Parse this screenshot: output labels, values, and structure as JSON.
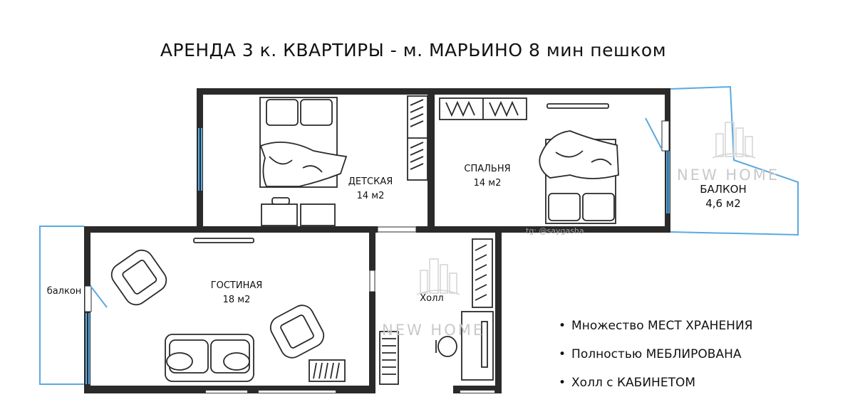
{
  "title": "АРЕНДА 3 к. КВАРТИРЫ - м. МАРЬИНО 8 мин пешком",
  "rooms": {
    "detskaya": {
      "name": "ДЕТСКАЯ",
      "area": "14 м2"
    },
    "spalnya": {
      "name": "СПАЛЬНЯ",
      "area": "14 м2"
    },
    "balkon_big": {
      "name": "БАЛКОН",
      "area": "4,6 м2"
    },
    "gostinaya": {
      "name": "ГОСТИНАЯ",
      "area": "18 м2"
    },
    "holl": {
      "name": "Холл"
    },
    "balkon_small": {
      "name": "балкон"
    }
  },
  "features": [
    "Множество МЕСТ ХРАНЕНИЯ",
    "Полностью МЕБЛИРОВАНА",
    "Холл с КАБИНЕТОМ"
  ],
  "bullet_char": "•",
  "watermark": "NEW HOME",
  "credit": "tg: @saygasha",
  "colors": {
    "wall": "#2a2a2a",
    "window": "#5aa9e0",
    "watermark": "#c9c9c9"
  }
}
